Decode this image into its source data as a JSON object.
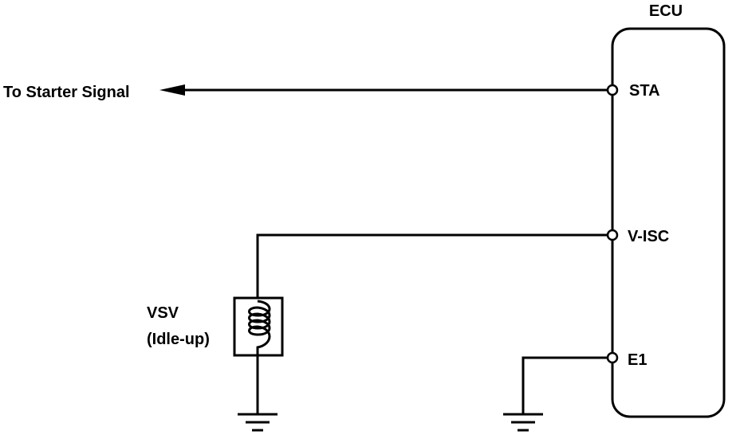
{
  "ecu": {
    "title": "ECU",
    "pins": {
      "sta": "STA",
      "v_isc": "V-ISC",
      "e1": "E1"
    }
  },
  "starter_signal": {
    "label": "To Starter Signal"
  },
  "vsv": {
    "name": "VSV",
    "subtitle": "(Idle-up)"
  },
  "colors": {
    "line": "#000000",
    "background": "#ffffff"
  }
}
